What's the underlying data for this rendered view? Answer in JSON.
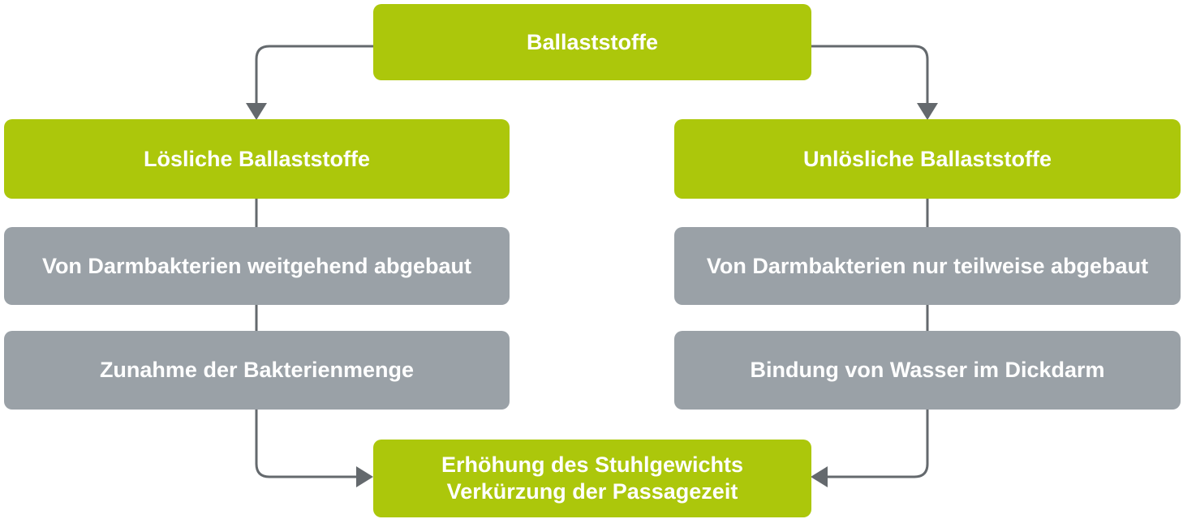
{
  "diagram": {
    "type": "flowchart",
    "language": "de",
    "topic": "Ballaststoffe"
  },
  "colors": {
    "highlight_green": "#acc70b",
    "neutral_gray": "#9aa1a7",
    "connector_gray": "#64696d",
    "text_white": "#ffffff"
  },
  "nodes": {
    "root": {
      "label": "Ballaststoffe"
    },
    "soluble": {
      "label": "Lösliche Ballaststoffe"
    },
    "insoluble": {
      "label": "Unlösliche Ballaststoffe"
    },
    "soluble_step1": {
      "label": "Von Darmbakterien weitgehend abgebaut"
    },
    "soluble_step2": {
      "label": "Zunahme der Bakterienmenge"
    },
    "insoluble_step1": {
      "label": "Von Darmbakterien nur teilweise abgebaut"
    },
    "insoluble_step2": {
      "label": "Bindung von Wasser im Dickdarm"
    },
    "result": {
      "line1": "Erhöhung des Stuhlgewichts",
      "line2": "Verkürzung der Passagezeit"
    }
  },
  "edges": [
    {
      "from": "root",
      "to": "soluble",
      "arrow": true
    },
    {
      "from": "root",
      "to": "insoluble",
      "arrow": true
    },
    {
      "from": "soluble",
      "to": "soluble_step1",
      "arrow": false
    },
    {
      "from": "soluble_step1",
      "to": "soluble_step2",
      "arrow": false
    },
    {
      "from": "soluble_step2",
      "to": "result",
      "arrow": true
    },
    {
      "from": "insoluble",
      "to": "insoluble_step1",
      "arrow": false
    },
    {
      "from": "insoluble_step1",
      "to": "insoluble_step2",
      "arrow": false
    },
    {
      "from": "insoluble_step2",
      "to": "result",
      "arrow": true
    }
  ]
}
